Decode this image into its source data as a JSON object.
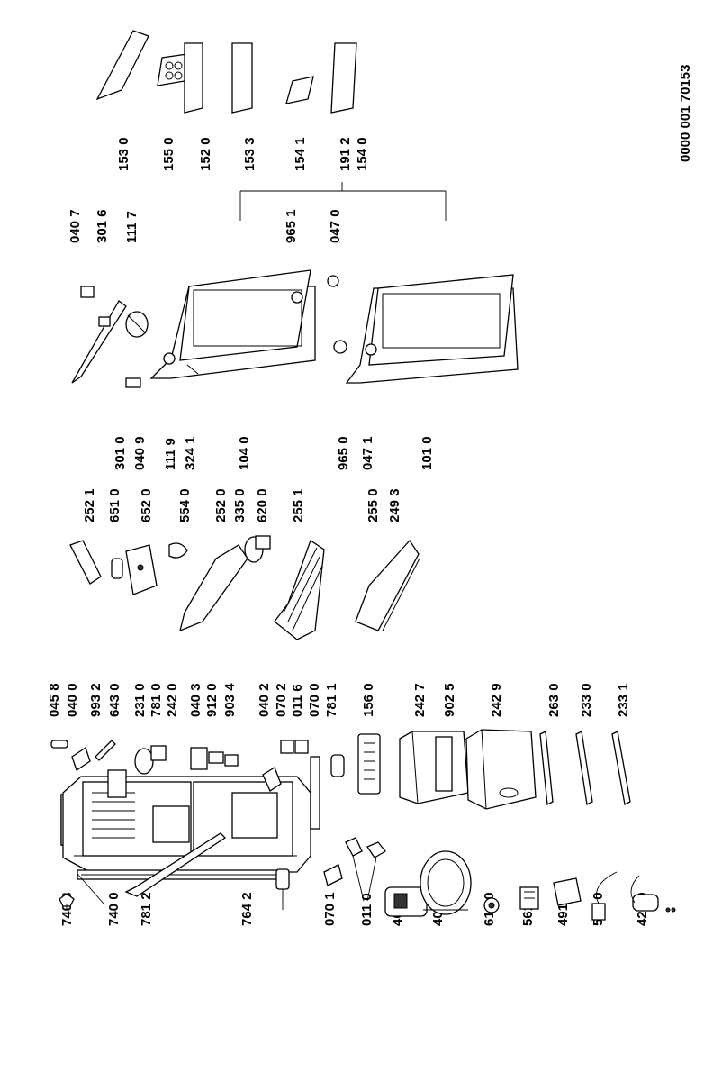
{
  "reference_number": "0000 001 70153",
  "labels": {
    "c1": [
      "740 3",
      "740 0",
      "781 2",
      "764 2",
      "070 1",
      "011 0",
      "402 1",
      "402 0",
      "614 0",
      "561 2",
      "491 0",
      "566 0",
      "420 0"
    ],
    "c2": [
      "045 8",
      "040 0",
      "993 2",
      "643 0",
      "231 0",
      "781 0",
      "242 0",
      "040 3",
      "912 0",
      "903 4",
      "040 2",
      "070 2",
      "011 6",
      "070 0",
      "781 1",
      "156 0",
      "242 7",
      "902 5",
      "242 9",
      "263 0",
      "233 0",
      "233 1"
    ],
    "c3": [
      "252 1",
      "651 0",
      "652 0",
      "554 0",
      "252 0",
      "335 0",
      "620 0",
      "255 1",
      "255 0",
      "249 3"
    ],
    "c4": [
      "301 0",
      "040 9",
      "111 9",
      "324 1",
      "104 0",
      "965 0",
      "047 1",
      "101 0"
    ],
    "c5": [
      "040 7",
      "301 6",
      "111 7",
      "965 1",
      "047 0",
      "191 2"
    ],
    "c6": [
      "153 0",
      "155 0",
      "152 0",
      "153 3",
      "154 1",
      "154 0"
    ]
  }
}
